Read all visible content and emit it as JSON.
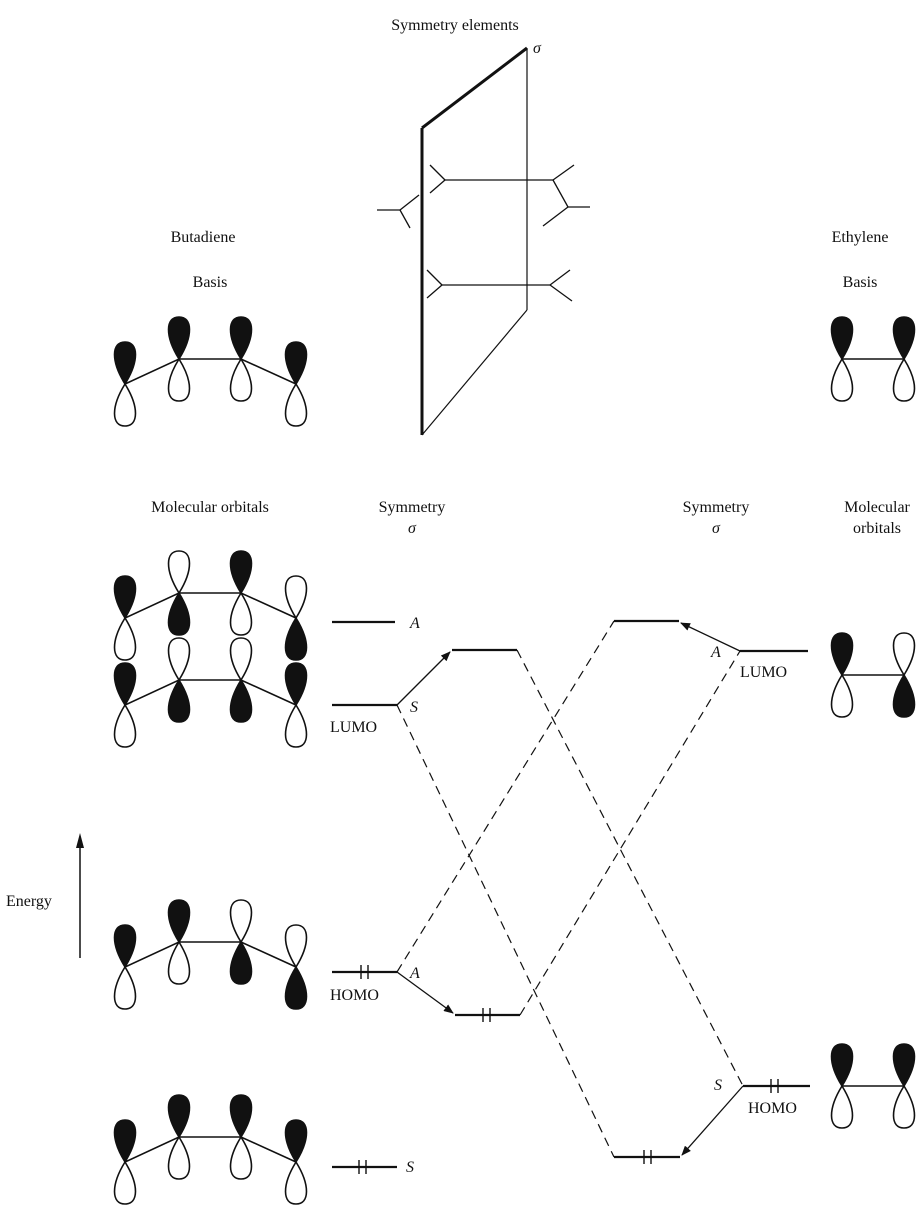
{
  "header": {
    "title": "Symmetry elements",
    "sigma": "σ"
  },
  "butadiene": {
    "title": "Butadiene",
    "basis_label": "Basis",
    "mo_heading": "Molecular orbitals",
    "symmetry_heading": "Symmetry",
    "symmetry_sub": "σ"
  },
  "ethylene": {
    "title": "Ethylene",
    "basis_label": "Basis",
    "mo_heading_line1": "Molecular",
    "mo_heading_line2": "orbitals",
    "symmetry_heading": "Symmetry",
    "symmetry_sub": "σ"
  },
  "labels": {
    "energy": "Energy",
    "butadiene_lumo": "LUMO",
    "butadiene_homo": "HOMO",
    "ethylene_lumo": "LUMO",
    "ethylene_homo": "HOMO",
    "sym_psi4": "A",
    "sym_psi3": "S",
    "sym_psi2": "A",
    "sym_psi1": "S",
    "sym_eth_lumo": "A",
    "sym_eth_homo": "S"
  },
  "orbitals": {
    "butadiene_basis": [
      "up",
      "up",
      "up",
      "up"
    ],
    "butadiene_psi4": [
      "up",
      "down",
      "up",
      "down"
    ],
    "butadiene_psi3": [
      "up",
      "down",
      "down",
      "up"
    ],
    "butadiene_psi2": [
      "up",
      "up",
      "down",
      "down"
    ],
    "butadiene_psi1": [
      "up",
      "up",
      "up",
      "up"
    ],
    "ethylene_basis": [
      "up",
      "up"
    ],
    "ethylene_lumo": [
      "up",
      "down"
    ],
    "ethylene_homo": [
      "up",
      "up"
    ]
  }
}
